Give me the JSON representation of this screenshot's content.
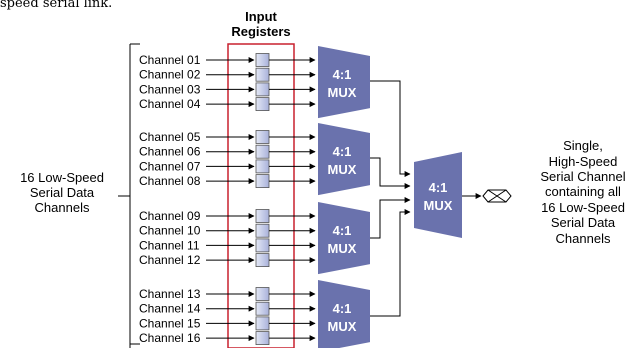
{
  "top_text": "speed serial link.",
  "header": {
    "line1": "Input",
    "line2": "Registers"
  },
  "left_label": [
    "16 Low-Speed",
    "Serial Data",
    "Channels"
  ],
  "channels": [
    "Channel 01",
    "Channel 02",
    "Channel 03",
    "Channel 04",
    "Channel 05",
    "Channel 06",
    "Channel 07",
    "Channel 08",
    "Channel 09",
    "Channel 10",
    "Channel 11",
    "Channel 12",
    "Channel 13",
    "Channel 14",
    "Channel 15",
    "Channel 16"
  ],
  "mux_label": [
    "4:1",
    "MUX"
  ],
  "right_label": [
    "Single,",
    "High-Speed",
    "Serial Channel",
    "containing all",
    "16 Low-Speed",
    "Serial Data",
    "Channels"
  ],
  "colors": {
    "mux_fill": "#6a72ad",
    "register_border": "#c8202e",
    "register_cell": "#bcc4e4",
    "line": "#000000"
  }
}
